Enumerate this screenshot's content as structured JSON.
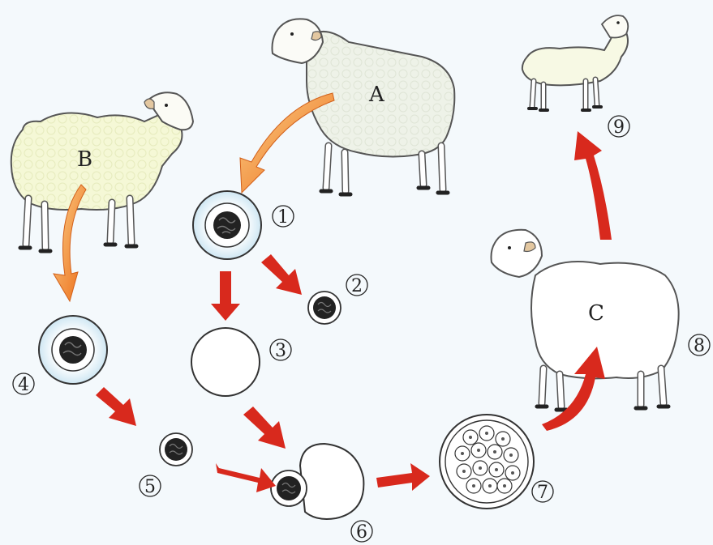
{
  "labels": {
    "sheep_a": "A",
    "sheep_b": "B",
    "sheep_c": "C"
  },
  "steps": {
    "s1": "1",
    "s2": "2",
    "s3": "3",
    "s4": "4",
    "s5": "5",
    "s6": "6",
    "s7": "7",
    "s8": "8",
    "s9": "9"
  },
  "colors": {
    "background": "#f4f9fc",
    "orange_arrow": "#f07a1a",
    "red_arrow": "#d8291d",
    "sheep_a_fill": "#f1f4ec",
    "sheep_b_fill": "#f4f7d6",
    "sheep_c_fill": "#ffffff",
    "cell_fill": "#d9ecf5"
  }
}
